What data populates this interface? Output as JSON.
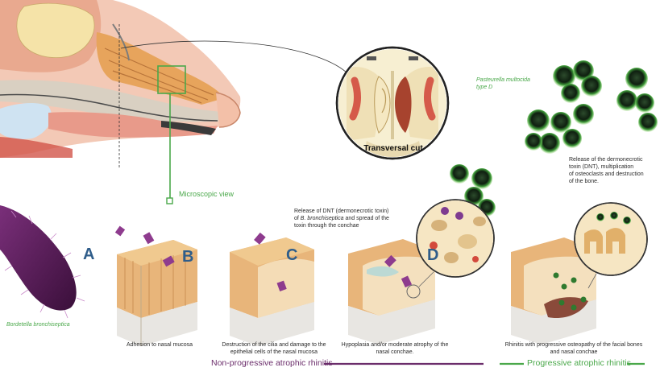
{
  "labels": {
    "transversal_cut": "Transversal cut",
    "microscopic_view": "Microscopic view",
    "pasteurella_line1": "Pasteurella multocida",
    "pasteurella_line2": "type D",
    "bordetella": "Bordetella bronchiseptica",
    "dnt_right_1": "Release of the dermonecrotic",
    "dnt_right_2": "toxin (DNT), multiplication",
    "dnt_right_3": "of osteoclasts and destruction",
    "dnt_right_4": "of the bone.",
    "dnt_mid_1": "Release of DNT (dermonecrotic toxin)",
    "dnt_mid_2_pre": "of ",
    "dnt_mid_2_ital": "B. bronchiseptica",
    "dnt_mid_2_post": " and spread of the",
    "dnt_mid_3": "toxin through the conchae"
  },
  "stages": [
    {
      "letter": "A",
      "caption": [
        "Adhesion to nasal mucosa"
      ]
    },
    {
      "letter": "B",
      "caption": []
    },
    {
      "letter": "C",
      "caption": [
        "Destruction of the cilia and damage to the",
        "epithelial cells of the nasal mucosa"
      ]
    },
    {
      "letter": "D",
      "caption": [
        "Hypoplasia and/or moderate atrophy of the",
        "nasal conchae."
      ]
    },
    {
      "letter": "",
      "caption": [
        "Rhinitis with progressive osteopathy of the facial bones",
        "and nasal conchae"
      ]
    }
  ],
  "sections": {
    "non_progressive": "Non-progressive atrophic rhinitis",
    "progressive": "Progressive atrophic rhinitis"
  },
  "colors": {
    "green": "#4aa84a",
    "purple": "#6b2d6b",
    "letter_blue": "#2f5d8a",
    "tissue": "#e8b57a",
    "bone": "#efe6c8"
  }
}
